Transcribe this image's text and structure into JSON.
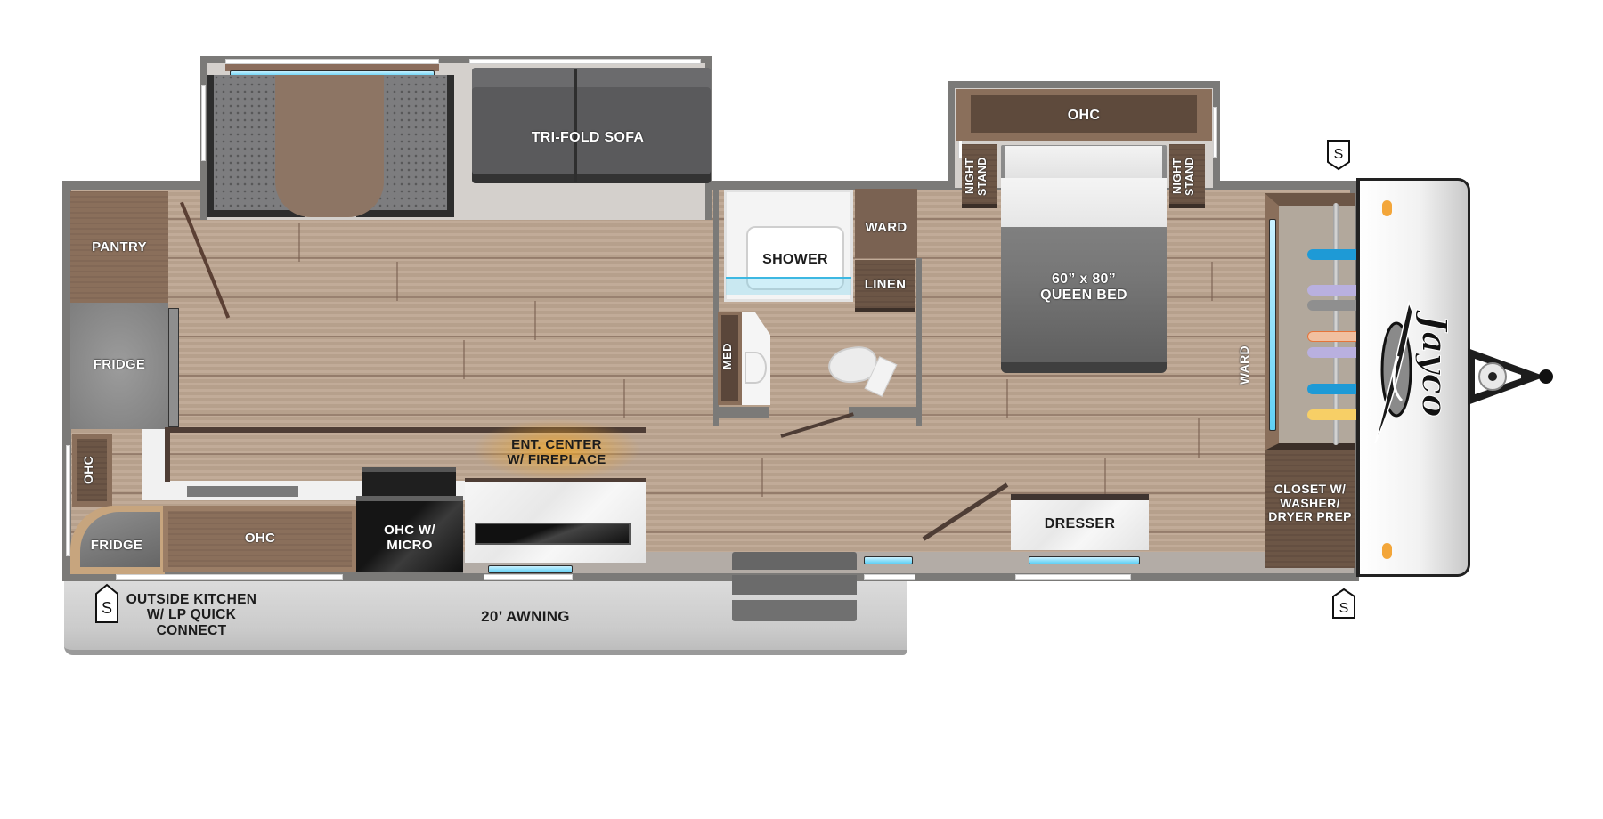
{
  "title": "Travel trailer floor plan",
  "brand": {
    "logo_text": "Jayco"
  },
  "colors": {
    "floor": "#bda692",
    "wall": "#7b7a78",
    "cabinet": "#8a6f5b",
    "cabinet_dark": "#6c5646",
    "awning": "#d2d2d2",
    "window_glass": "#5fd0f5",
    "fireplace_glow": "#f2a623"
  },
  "rooms": {
    "kitchen": {
      "pantry": "PANTRY",
      "fridge": "FRIDGE",
      "ohc_vertical": "OHC",
      "outside_fridge": "FRIDGE",
      "ohc": "OHC",
      "ohc_micro": "OHC W/\nMICRO"
    },
    "living": {
      "sofa": "TRI-FOLD SOFA",
      "ent_center": "ENT. CENTER\nW/ FIREPLACE"
    },
    "bath": {
      "shower": "SHOWER",
      "ward": "WARD",
      "linen": "LINEN",
      "med": "MED"
    },
    "bedroom": {
      "ohc": "OHC",
      "nightstand_left": "NIGHT\nSTAND",
      "nightstand_right": "NIGHT\nSTAND",
      "bed": "60” x 80”\nQUEEN BED",
      "ward": "WARD",
      "dresser": "DRESSER",
      "closet": "CLOSET W/\nWASHER/\nDRYER PREP"
    }
  },
  "exterior": {
    "outside_kitchen": "OUTSIDE KITCHEN\nW/ LP QUICK\nCONNECT",
    "awning": "20’ AWNING",
    "sign_glyph": "S"
  }
}
